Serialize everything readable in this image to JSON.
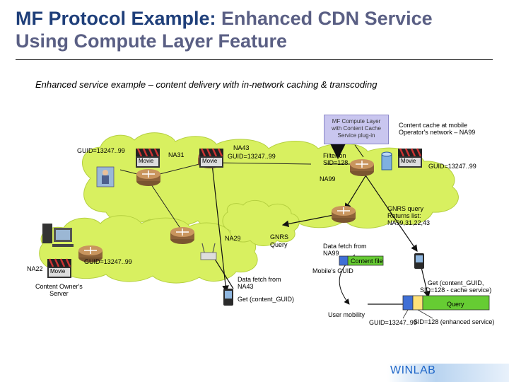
{
  "title": {
    "main": "MF Protocol Example:",
    "rest": " Enhanced CDN Service Using Compute Layer Feature"
  },
  "subtitle": "Enhanced service example – content delivery with in-network caching & transcoding",
  "labels": {
    "guid_left": "GUID=13247..99",
    "na31": "NA31",
    "na43": "NA43",
    "guid_na43": "GUID=13247..99",
    "mf_box": [
      "MF Compute Layer",
      "with Content Cache",
      "Service plug-in"
    ],
    "content_cache": [
      "Content cache at mobile",
      "Operator's network – NA99"
    ],
    "filter": [
      "Filter on",
      "SID=128"
    ],
    "guid_right": "GUID=13247..99",
    "na99": "NA99",
    "gnrs_query": [
      "GNRS query",
      "Returns list:",
      "NA99,31,22,43"
    ],
    "na29": "NA29",
    "gnrs": "GNRS",
    "query": "Query",
    "data_fetch_na99": [
      "Data fetch from",
      "NA99"
    ],
    "content_file": "Content file",
    "mobiles_guid": "Mobile's GUID",
    "na22": "NA22",
    "guid_server": "GUID=13247..99",
    "owner_server": [
      "Content Owner's",
      "Server"
    ],
    "data_fetch_na43": [
      "Data fetch from",
      "NA43"
    ],
    "get_content_guid": "Get (content_GUID)",
    "get_content_sid": [
      "Get (content_GUID,",
      "SID=128 - cache service)"
    ],
    "query_box": "Query",
    "user_mobility": "User mobility",
    "guid_bottom": "GUID=13247..99",
    "sid_bottom": "SID=128 (enhanced service)",
    "movie": "Movie",
    "brand": "WINLAB"
  },
  "colors": {
    "cloud": "#d8f060",
    "router": "#b07f4a",
    "mf_box": "#c9c6ef",
    "query_box": "#66cc33",
    "title": "#1f3f7a",
    "brand": "#1e66c8"
  }
}
